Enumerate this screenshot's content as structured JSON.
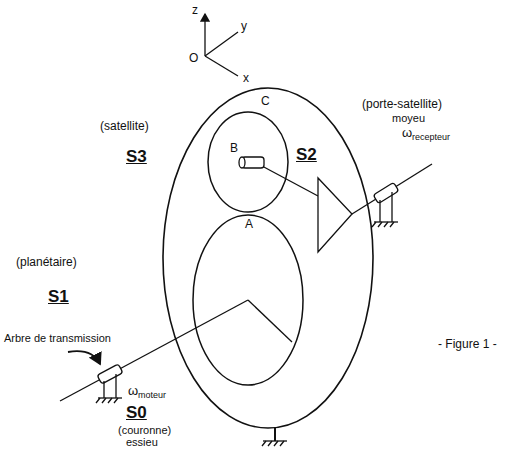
{
  "diagram": {
    "caption": "- Figure 1 -",
    "labels": [
      "z",
      "y",
      "O",
      "x",
      "(satellite)",
      "S3",
      "C",
      "B",
      "S2",
      "(porte-satellite)",
      "moyeu",
      "ω",
      "recepteur",
      "A",
      "(planétaire)",
      "S1",
      "Arbre de transmission",
      "ω",
      "moteur",
      "S0",
      "(couronne)",
      "essieu"
    ]
  }
}
